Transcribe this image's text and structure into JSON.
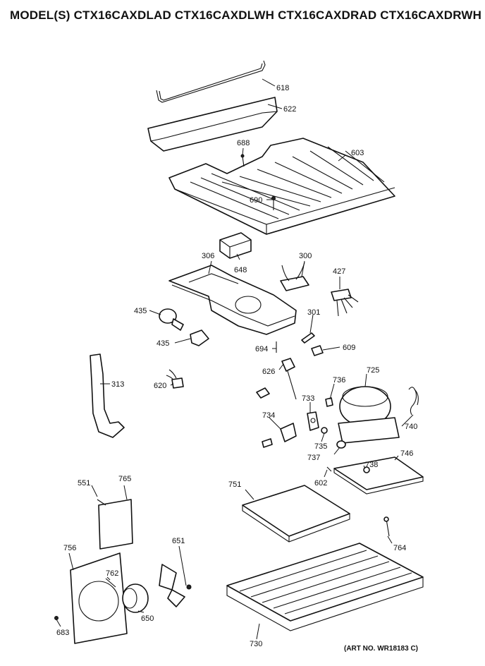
{
  "header": {
    "title": "MODEL(S) CTX16CAXDLAD  CTX16CAXDLWH  CTX16CAXDRAD  CTX16CAXDRWH"
  },
  "parts": {
    "p618": "618",
    "p622": "622",
    "p688": "688",
    "p603": "603",
    "p690": "690",
    "p306": "306",
    "p648": "648",
    "p300": "300",
    "p427": "427",
    "p435a": "435",
    "p435b": "435",
    "p301": "301",
    "p694": "694",
    "p609": "609",
    "p313": "313",
    "p620": "620",
    "p626": "626",
    "p736": "736",
    "p725": "725",
    "p733": "733",
    "p734": "734",
    "p735": "735",
    "p740": "740",
    "p737": "737",
    "p746": "746",
    "p738": "738",
    "p602": "602",
    "p551": "551",
    "p765": "765",
    "p751": "751",
    "p651": "651",
    "p756": "756",
    "p762": "762",
    "p764": "764",
    "p650": "650",
    "p683": "683",
    "p730": "730"
  },
  "footer": {
    "art_no": "(ART NO. WR18183 C)"
  }
}
